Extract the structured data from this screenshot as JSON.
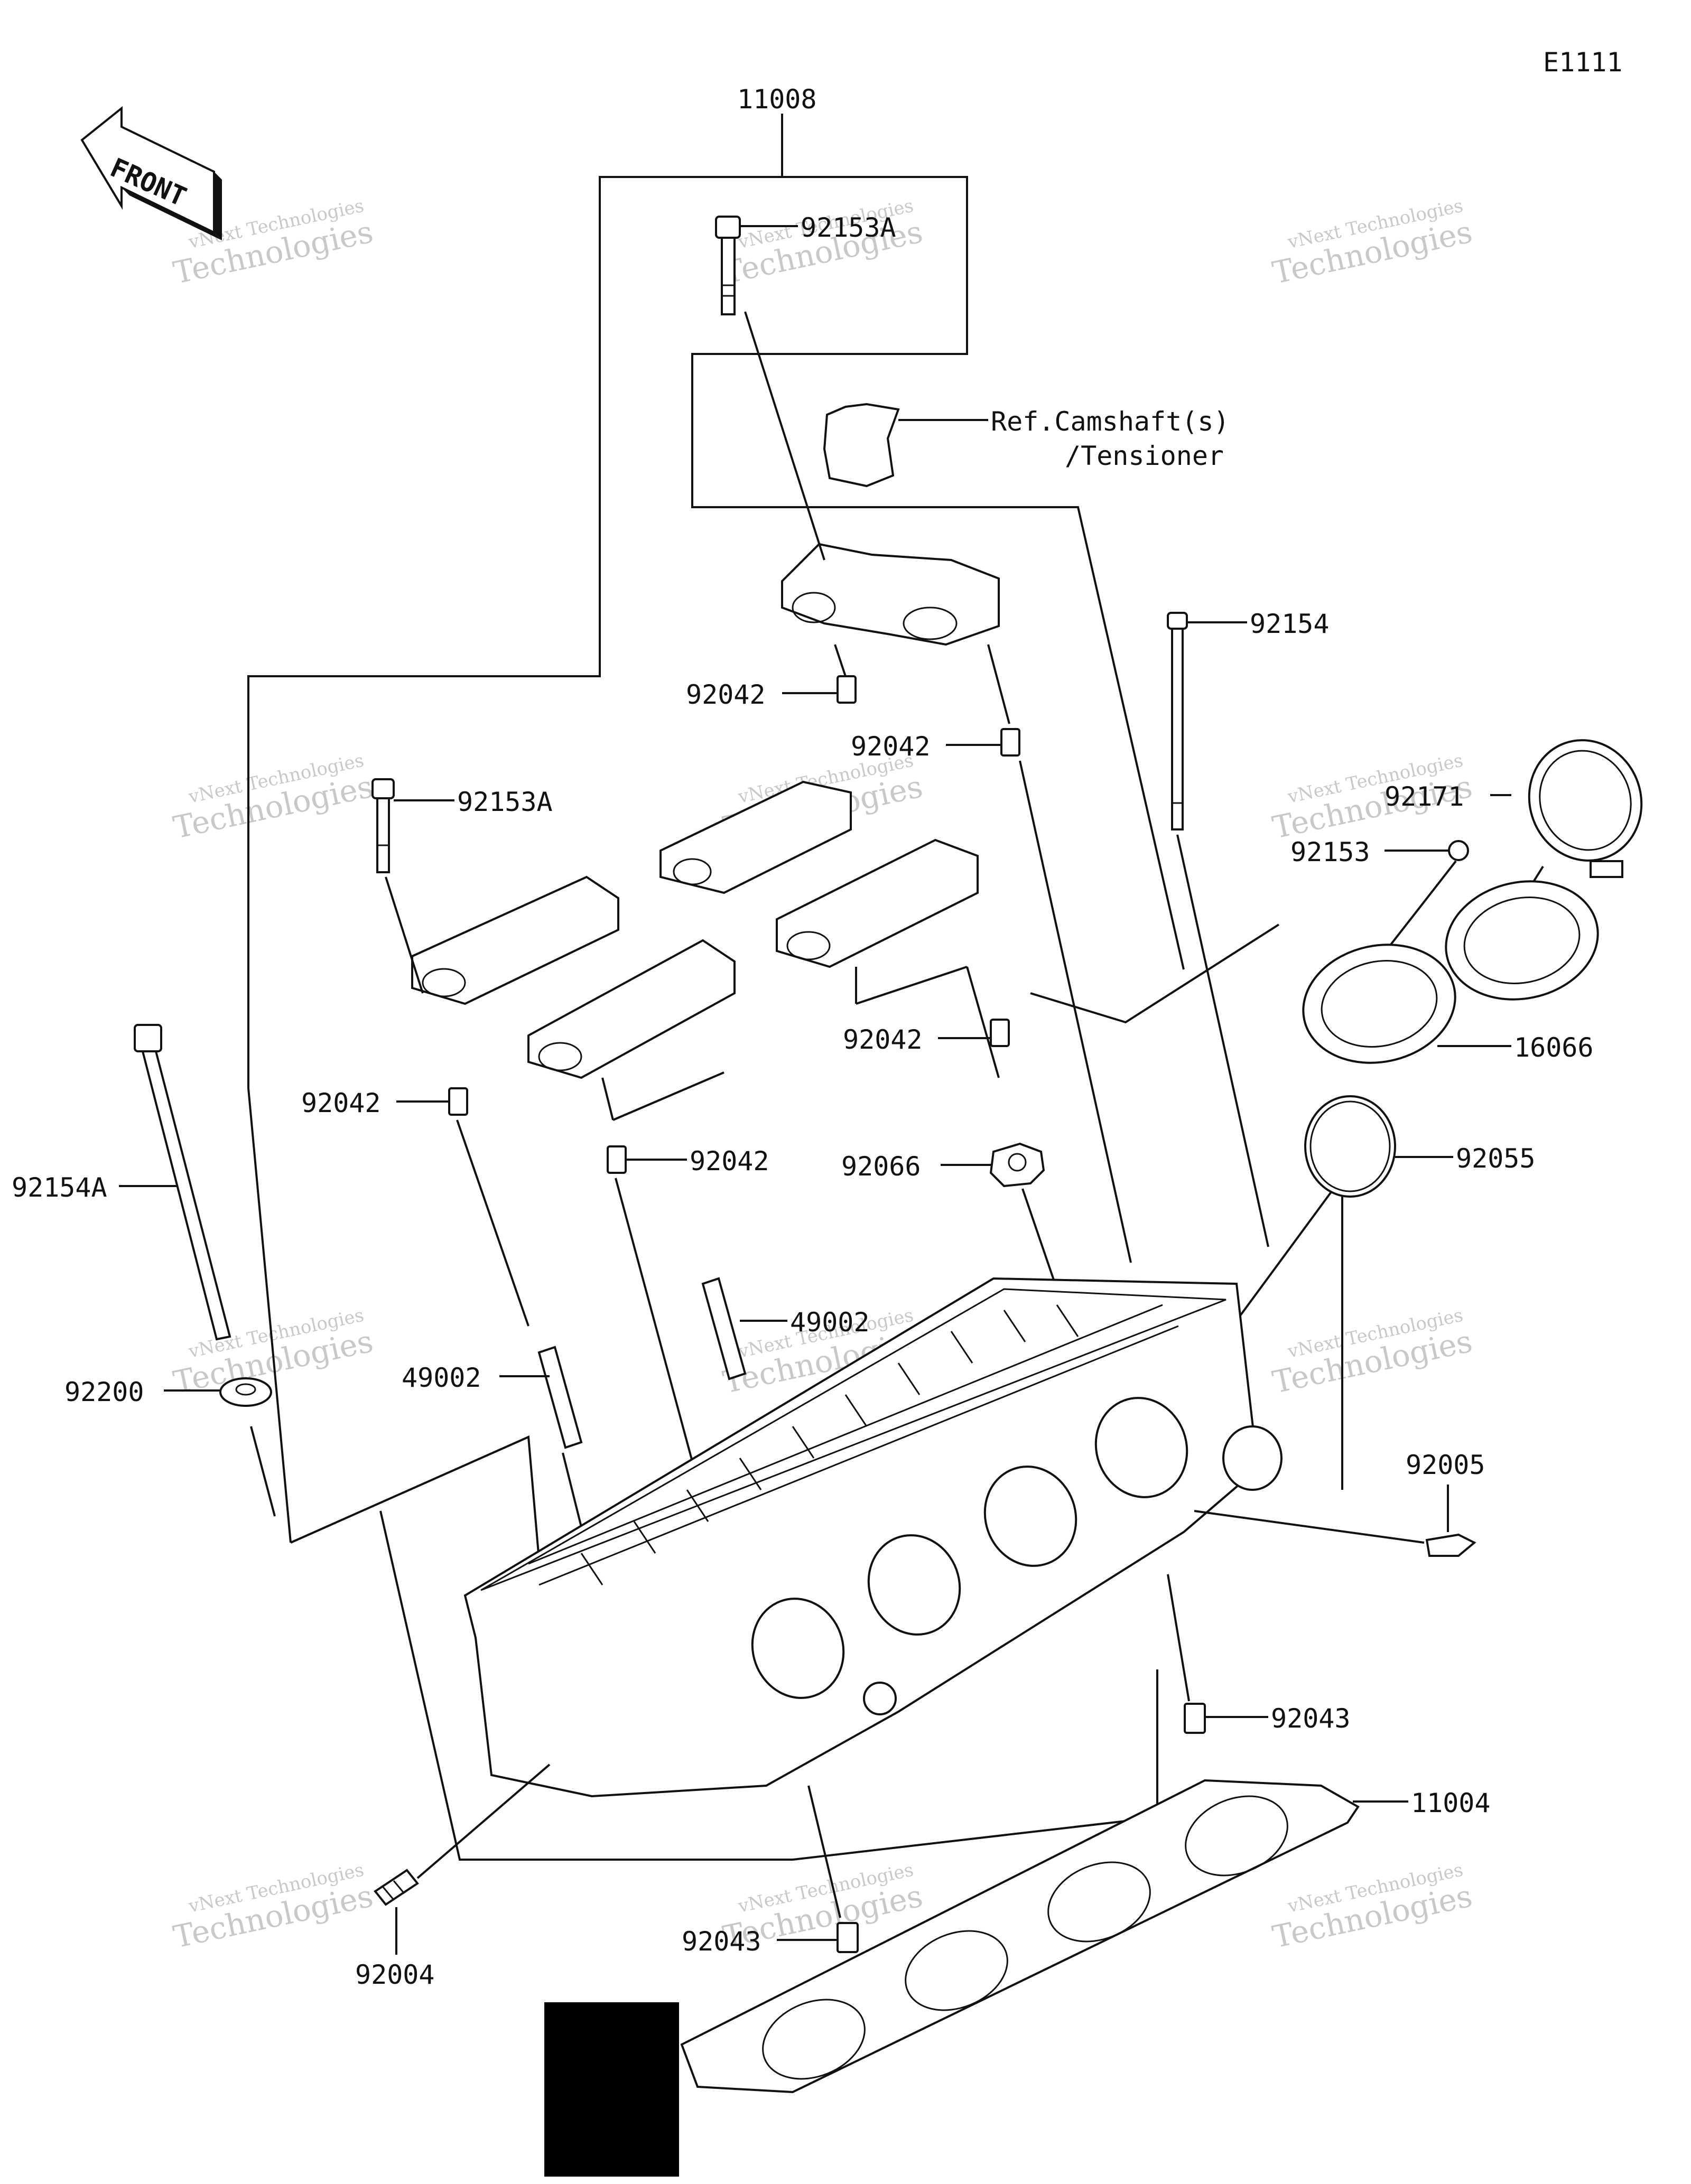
{
  "diagram": {
    "code": "E1111",
    "front_arrow_label": "FRONT",
    "ref_note_line1": "Ref.Camshaft(s)",
    "ref_note_line2": "/Tensioner",
    "watermark_line1": "vNext Technologies",
    "watermark_line2": "Technologies",
    "parts": {
      "p11008": "11008",
      "p92153A_top": "92153A",
      "p92153A_left": "92153A",
      "p92154": "92154",
      "p92042_a": "92042",
      "p92042_b": "92042",
      "p92042_c": "92042",
      "p92042_d": "92042",
      "p92042_e": "92042",
      "p92171": "92171",
      "p92153": "92153",
      "p16066": "16066",
      "p92055": "92055",
      "p92066": "92066",
      "p92154A": "92154A",
      "p49002_a": "49002",
      "p49002_b": "49002",
      "p92200": "92200",
      "p92005": "92005",
      "p92043_a": "92043",
      "p92043_b": "92043",
      "p11004": "11004",
      "p92004": "92004"
    }
  }
}
